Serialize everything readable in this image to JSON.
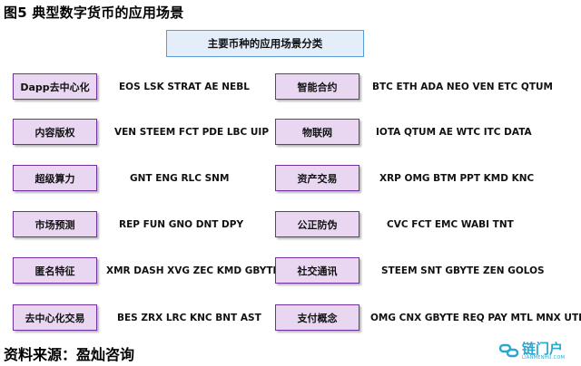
{
  "figure_title": "图5 典型数字货币的应用场景",
  "header": "主要币种的应用场景分类",
  "left_column": [
    {
      "category": "Dapp去中心化",
      "coins": "EOS LSK STRAT AE NEBL"
    },
    {
      "category": "内容版权",
      "coins": "VEN STEEM FCT PDE LBC UIP"
    },
    {
      "category": "超级算力",
      "coins": "GNT ENG RLC SNM"
    },
    {
      "category": "市场预测",
      "coins": "REP FUN GNO DNT DPY"
    },
    {
      "category": "匿名特征",
      "coins": "XMR DASH XVG ZEC KMD GBYTE"
    },
    {
      "category": "去中心化交易",
      "coins": "BES ZRX LRC KNC BNT AST"
    }
  ],
  "right_column": [
    {
      "category": "智能合约",
      "coins": "BTC ETH ADA NEO VEN ETC QTUM"
    },
    {
      "category": "物联网",
      "coins": "IOTA QTUM AE WTC ITC DATA"
    },
    {
      "category": "资产交易",
      "coins": "XRP OMG BTM PPT KMD KNC"
    },
    {
      "category": "公正防伪",
      "coins": "CVC FCT EMC WABI TNT"
    },
    {
      "category": "社交通讯",
      "coins": "STEEM SNT GBYTE ZEN GOLOS"
    },
    {
      "category": "支付概念",
      "coins": "OMG CNX GBYTE REQ PAY MTL MNX UTK"
    }
  ],
  "source": "资料来源：盈灿咨询",
  "watermark": {
    "text": "链门户",
    "subtext": "LIANMENHU.COM"
  },
  "colors": {
    "category_fill": "#e9d7f2",
    "category_border": "#7030a0",
    "header_fill": "#e4eefb",
    "header_border": "#5b9bd5",
    "watermark": "#2aa6cf"
  }
}
